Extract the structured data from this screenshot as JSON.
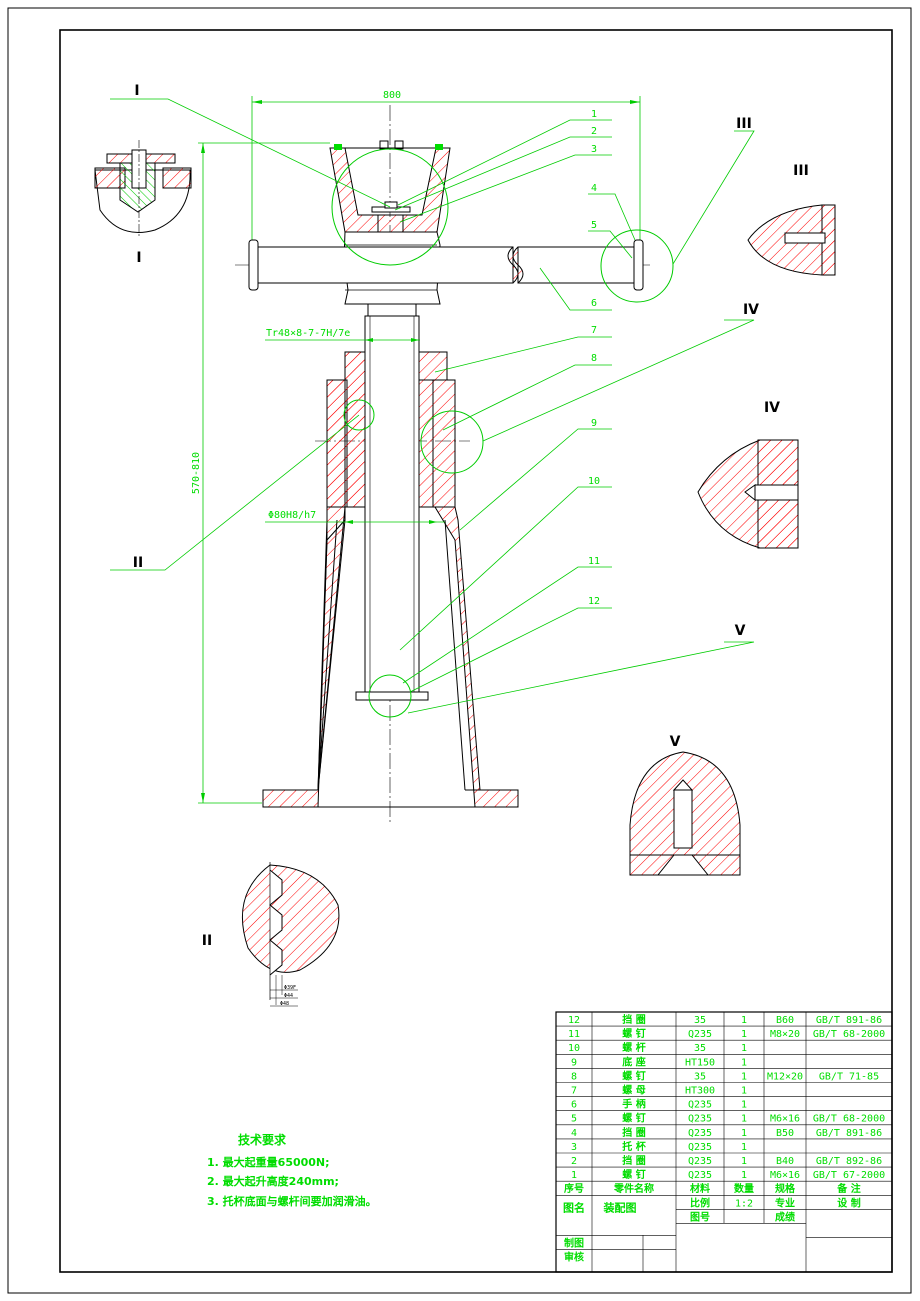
{
  "dimensions": {
    "width_800": "800",
    "height_range": "570-810",
    "thread": "Tr48×8-7-7H/7e",
    "fit": "Φ80H8/h7"
  },
  "views": {
    "I": "I",
    "II": "II",
    "III": "III",
    "IV": "IV",
    "V": "V"
  },
  "balloons": [
    "1",
    "2",
    "3",
    "4",
    "5",
    "6",
    "7",
    "8",
    "9",
    "10",
    "11",
    "12"
  ],
  "detail_II_dims": [
    "Φ39F",
    "Φ44",
    "Φ48"
  ],
  "tech_requirements": {
    "title": "技术要求",
    "items": [
      "1. 最大起重量65000N;",
      "2. 最大起升高度240mm;",
      "3. 托杯底面与螺杆间要加润滑油。"
    ]
  },
  "bom": {
    "rows": [
      {
        "no": "12",
        "name": "挡 圈",
        "material": "35",
        "qty": "1",
        "spec": "B60",
        "remark": "GB/T 891-86"
      },
      {
        "no": "11",
        "name": "螺 钉",
        "material": "Q235",
        "qty": "1",
        "spec": "M8×20",
        "remark": "GB/T 68-2000"
      },
      {
        "no": "10",
        "name": "螺 杆",
        "material": "35",
        "qty": "1",
        "spec": "",
        "remark": ""
      },
      {
        "no": "9",
        "name": "底 座",
        "material": "HT150",
        "qty": "1",
        "spec": "",
        "remark": ""
      },
      {
        "no": "8",
        "name": "螺 钉",
        "material": "35",
        "qty": "1",
        "spec": "M12×20",
        "remark": "GB/T 71-85"
      },
      {
        "no": "7",
        "name": "螺 母",
        "material": "HT300",
        "qty": "1",
        "spec": "",
        "remark": ""
      },
      {
        "no": "6",
        "name": "手 柄",
        "material": "Q235",
        "qty": "1",
        "spec": "",
        "remark": ""
      },
      {
        "no": "5",
        "name": "螺 钉",
        "material": "Q235",
        "qty": "1",
        "spec": "M6×16",
        "remark": "GB/T 68-2000"
      },
      {
        "no": "4",
        "name": "挡 圈",
        "material": "Q235",
        "qty": "1",
        "spec": "B50",
        "remark": "GB/T 891-86"
      },
      {
        "no": "3",
        "name": "托 杯",
        "material": "Q235",
        "qty": "1",
        "spec": "",
        "remark": ""
      },
      {
        "no": "2",
        "name": "挡 圈",
        "material": "Q235",
        "qty": "1",
        "spec": "B40",
        "remark": "GB/T 892-86"
      },
      {
        "no": "1",
        "name": "螺 钉",
        "material": "Q235",
        "qty": "1",
        "spec": "M6×16",
        "remark": "GB/T 67-2000"
      }
    ],
    "header": {
      "no": "序号",
      "name": "零件名称",
      "material": "材料",
      "qty": "数量",
      "spec": "规格",
      "remark": "备 注"
    },
    "title_label": "图名",
    "title_value": "装配图",
    "scale_label": "比例",
    "scale_value": "1:2",
    "drawing_no_label": "图号",
    "major_label": "专业",
    "grade_label": "成绩",
    "design_label": "设 制",
    "drafter_label": "制图",
    "checker_label": "审核"
  }
}
